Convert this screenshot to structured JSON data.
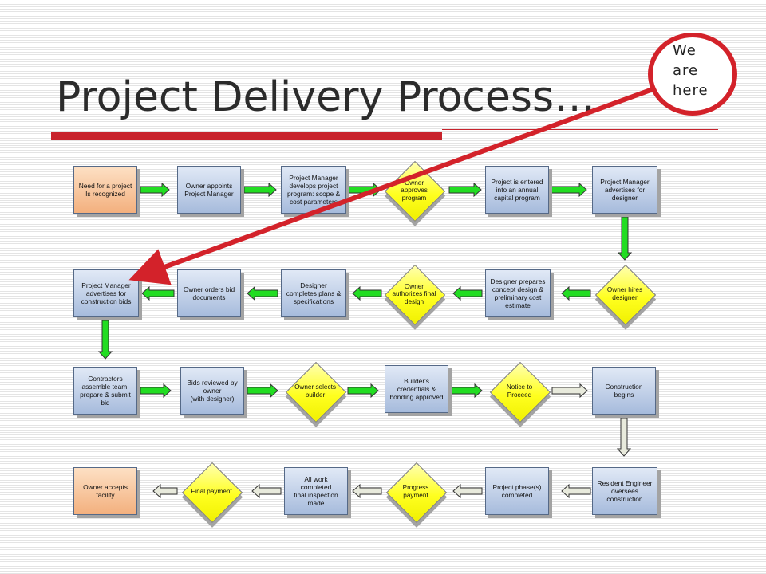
{
  "title": "Project Delivery Process…",
  "callout": {
    "lines": [
      "We",
      "are",
      "here"
    ]
  },
  "row1": {
    "need_project": "Need for a project\nIs recognized",
    "appoint_pm": "Owner appoints\nProject Manager",
    "develop_program": "Project Manager\ndevelops project\nprogram: scope &\ncost parameters",
    "approve_program": "Owner\napproves\nprogram",
    "capital_program": "Project is entered\ninto an annual\ncapital program",
    "advertise_designer": "Project Manager\nadvertises for\ndesigner"
  },
  "row2": {
    "advertise_bids": "Project Manager\nadvertises for\nconstruction bids",
    "order_bid_docs": "Owner orders bid\ndocuments",
    "designer_plans": "Designer\ncompletes plans &\nspecifications",
    "authorize_design": "Owner\nauthorizes final\ndesign",
    "concept_design": "Designer prepares\nconcept design &\npreliminary cost\nestimate",
    "hire_designer": "Owner hires\ndesigner"
  },
  "row3": {
    "contractors_bid": "Contractors\nassemble team,\nprepare & submit\nbid",
    "bids_reviewed": "Bids reviewed by\nowner\n(with designer)",
    "select_builder": "Owner selects\nbuilder",
    "builder_credentials": "Builder's\ncredentials &\nbonding approved",
    "notice_proceed": "Notice to\nProceed",
    "construction_begins": "Construction\nbegins"
  },
  "row4": {
    "accepts_facility": "Owner accepts\nfacility",
    "final_payment": "Final payment",
    "work_completed": "All work completed\nfinal inspection\nmade",
    "progress_payment": "Progress\npayment",
    "phases_completed": "Project phase(s)\ncompleted",
    "resident_engineer": "Resident Engineer\noversees\nconstruction"
  },
  "colors": {
    "box_blue": "#a6bbdc",
    "box_orange": "#f3b07e",
    "decision_yellow": "#ffff20",
    "arrow_green": "#22dd22",
    "arrow_pale": "#e8eadc",
    "accent_red": "#c8232c"
  }
}
